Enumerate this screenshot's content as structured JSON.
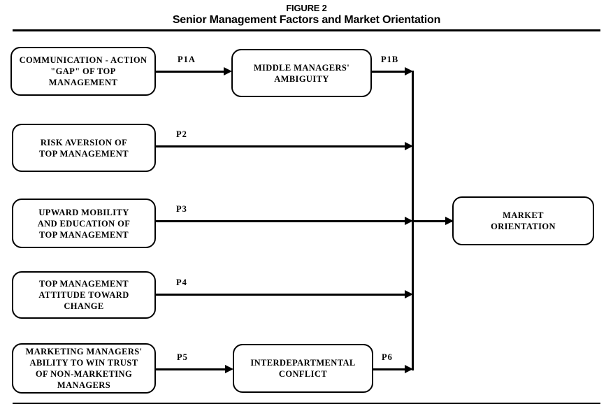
{
  "figure": {
    "label": "FIGURE 2",
    "subtitle": "Senior Management Factors and Market Orientation"
  },
  "nodes": [
    {
      "id": "communication-action-gap",
      "text": "COMMUNICATION - ACTION\n\"GAP\" OF TOP\nMANAGEMENT"
    },
    {
      "id": "middle-managers-ambiguity",
      "text": "MIDDLE MANAGERS'\nAMBIGUITY"
    },
    {
      "id": "risk-aversion",
      "text": "RISK AVERSION OF\nTOP MANAGEMENT"
    },
    {
      "id": "upward-mobility-education",
      "text": "UPWARD MOBILITY\nAND EDUCATION OF\nTOP MANAGEMENT"
    },
    {
      "id": "attitude-toward-change",
      "text": "TOP MANAGEMENT\nATTITUDE TOWARD\nCHANGE"
    },
    {
      "id": "marketing-managers-trust",
      "text": "MARKETING MANAGERS'\nABILITY TO WIN TRUST\nOF NON-MARKETING\nMANAGERS"
    },
    {
      "id": "interdepartmental-conflict",
      "text": "INTERDEPARTMENTAL\nCONFLICT"
    },
    {
      "id": "market-orientation",
      "text": "MARKET\nORIENTATION"
    }
  ],
  "edges": [
    {
      "id": "p1a",
      "label": "P1A",
      "from": "communication-action-gap",
      "to": "middle-managers-ambiguity"
    },
    {
      "id": "p1b",
      "label": "P1B",
      "from": "middle-managers-ambiguity",
      "to": "market-orientation"
    },
    {
      "id": "p2",
      "label": "P2",
      "from": "risk-aversion",
      "to": "market-orientation"
    },
    {
      "id": "p3",
      "label": "P3",
      "from": "upward-mobility-education",
      "to": "market-orientation"
    },
    {
      "id": "p4",
      "label": "P4",
      "from": "attitude-toward-change",
      "to": "market-orientation"
    },
    {
      "id": "p5",
      "label": "P5",
      "from": "marketing-managers-trust",
      "to": "interdepartmental-conflict"
    },
    {
      "id": "p6",
      "label": "P6",
      "from": "interdepartmental-conflict",
      "to": "market-orientation"
    }
  ],
  "colors": {
    "ink": "#000000",
    "paper": "#ffffff"
  }
}
